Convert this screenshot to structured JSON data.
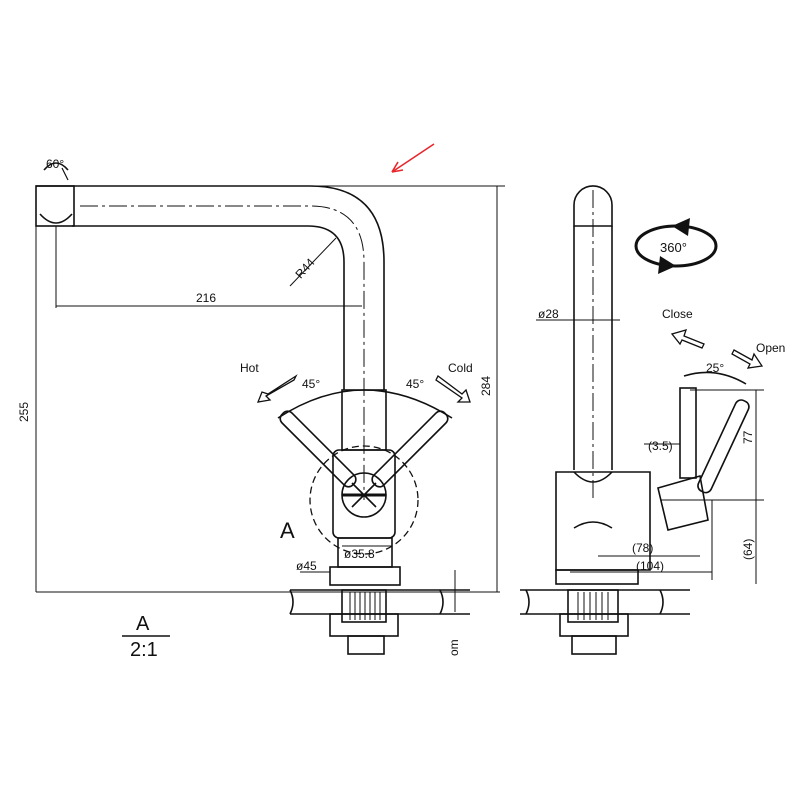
{
  "diagram": {
    "labels": {
      "angle_top": "60°",
      "radius": "R44",
      "spout_reach": "216",
      "total_height": "255",
      "top_height": "284",
      "hot": "Hot",
      "cold": "Cold",
      "angle_hot": "45°",
      "angle_cold": "45°",
      "section_mark": "A",
      "body_dia": "ø35.8",
      "base_dia": "ø45",
      "section_title": "A",
      "section_scale": "2:1",
      "rotation": "360°",
      "pipe_dia": "ø28",
      "close": "Close",
      "open": "Open",
      "lever_angle": "25°",
      "lever_h": "77",
      "gap": "(3.5)",
      "dim_78": "(78)",
      "dim_104": "(104)",
      "dim_64": "(64)",
      "cut_text": "om"
    },
    "colors": {
      "line": "#111111",
      "arrow": "#e8262c"
    }
  }
}
